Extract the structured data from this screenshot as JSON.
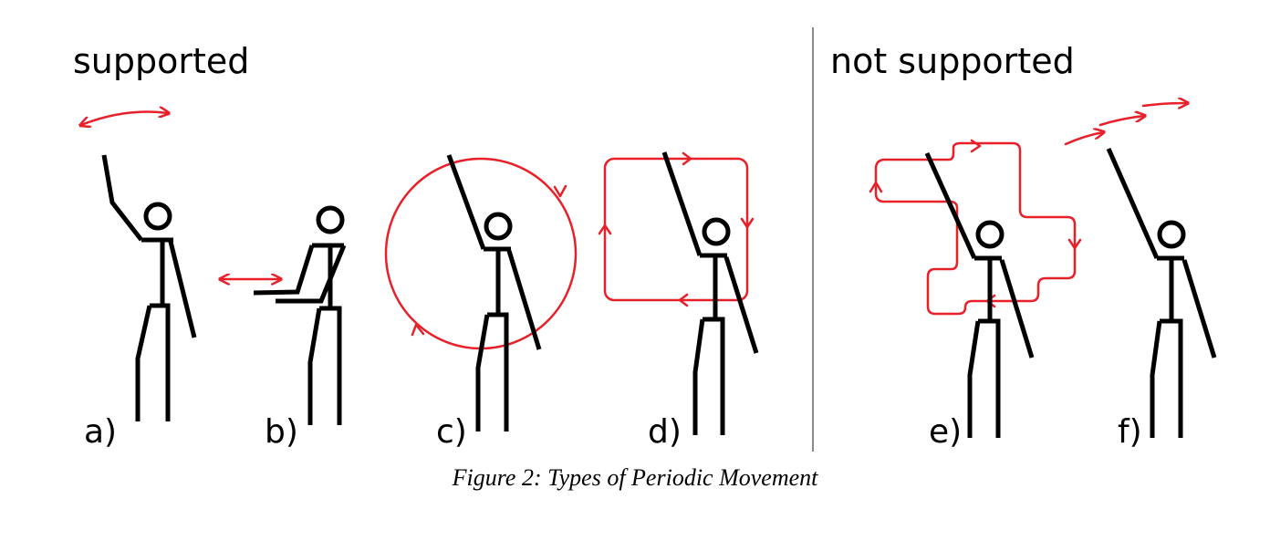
{
  "headings": {
    "supported": "supported",
    "not_supported": "not supported"
  },
  "panels": [
    {
      "label": "a)"
    },
    {
      "label": "b)"
    },
    {
      "label": "c)"
    },
    {
      "label": "d)"
    },
    {
      "label": "e)"
    },
    {
      "label": "f)"
    }
  ],
  "caption": "Figure 2: Types of Periodic Movement",
  "colors": {
    "figure_stroke": "#000000",
    "motion_path": "#e8202a",
    "divider": "#8a8a8a",
    "background": "#ffffff"
  }
}
